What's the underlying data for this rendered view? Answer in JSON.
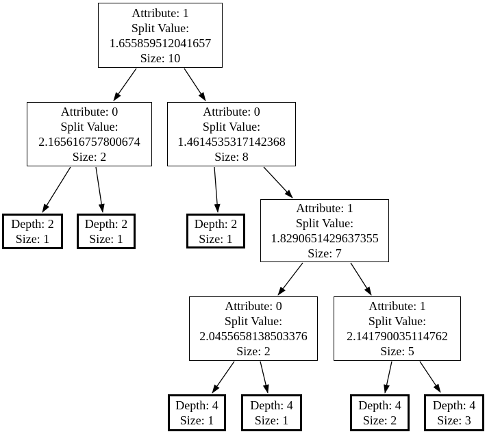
{
  "diagram": {
    "kind": "isolation-decision-tree",
    "background_color": "#ffffff",
    "node_fill_color": "#ffffff",
    "node_border_color": "#000000",
    "edge_color": "#000000",
    "text_color": "#000000",
    "nodes": [
      {
        "id": "n0",
        "kind": "internal",
        "lines": [
          "Attribute: 1",
          "Split Value:",
          "1.655859512041657",
          "Size: 10"
        ]
      },
      {
        "id": "n1",
        "kind": "internal",
        "lines": [
          "Attribute: 0",
          "Split Value:",
          "2.165616757800674",
          "Size: 2"
        ]
      },
      {
        "id": "n2",
        "kind": "internal",
        "lines": [
          "Attribute: 0",
          "Split Value:",
          "1.4614535317142368",
          "Size: 8"
        ]
      },
      {
        "id": "n3",
        "kind": "leaf",
        "lines": [
          "Depth: 2",
          "Size: 1"
        ]
      },
      {
        "id": "n4",
        "kind": "leaf",
        "lines": [
          "Depth: 2",
          "Size: 1"
        ]
      },
      {
        "id": "n5",
        "kind": "leaf",
        "lines": [
          "Depth: 2",
          "Size: 1"
        ]
      },
      {
        "id": "n6",
        "kind": "internal",
        "lines": [
          "Attribute: 1",
          "Split Value:",
          "1.8290651429637355",
          "Size: 7"
        ]
      },
      {
        "id": "n7",
        "kind": "internal",
        "lines": [
          "Attribute: 0",
          "Split Value:",
          "2.0455658138503376",
          "Size: 2"
        ]
      },
      {
        "id": "n8",
        "kind": "internal",
        "lines": [
          "Attribute: 1",
          "Split Value:",
          "2.141790035114762",
          "Size: 5"
        ]
      },
      {
        "id": "n9",
        "kind": "leaf",
        "lines": [
          "Depth: 4",
          "Size: 1"
        ]
      },
      {
        "id": "n10",
        "kind": "leaf",
        "lines": [
          "Depth: 4",
          "Size: 1"
        ]
      },
      {
        "id": "n11",
        "kind": "leaf",
        "lines": [
          "Depth: 4",
          "Size: 2"
        ]
      },
      {
        "id": "n12",
        "kind": "leaf",
        "lines": [
          "Depth: 4",
          "Size: 3"
        ]
      }
    ],
    "edges": [
      {
        "from": "n0",
        "to": "n1"
      },
      {
        "from": "n0",
        "to": "n2"
      },
      {
        "from": "n1",
        "to": "n3"
      },
      {
        "from": "n1",
        "to": "n4"
      },
      {
        "from": "n2",
        "to": "n5"
      },
      {
        "from": "n2",
        "to": "n6"
      },
      {
        "from": "n6",
        "to": "n7"
      },
      {
        "from": "n6",
        "to": "n8"
      },
      {
        "from": "n7",
        "to": "n9"
      },
      {
        "from": "n7",
        "to": "n10"
      },
      {
        "from": "n8",
        "to": "n11"
      },
      {
        "from": "n8",
        "to": "n12"
      }
    ]
  }
}
